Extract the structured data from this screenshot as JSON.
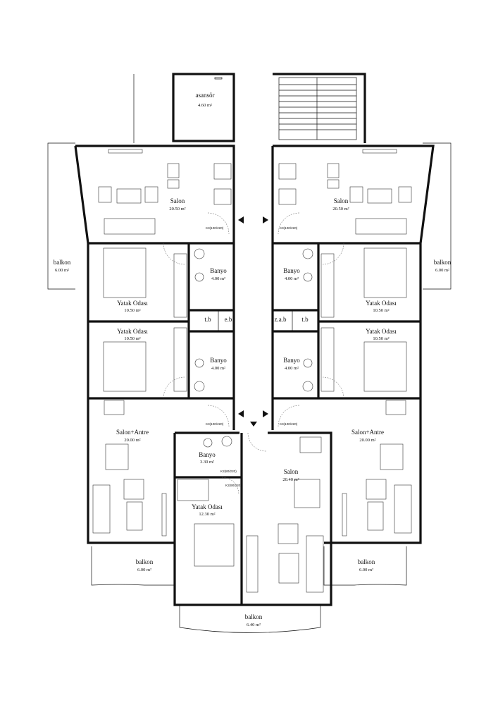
{
  "rooms": {
    "asansor": {
      "name": "asansör",
      "area": "4.60 m²"
    },
    "salon_tl": {
      "name": "Salon",
      "area": "20.50 m²"
    },
    "salon_tr": {
      "name": "Salon",
      "area": "20.50 m²"
    },
    "banyo_l1": {
      "name": "Banyo",
      "area": "4.00 m²"
    },
    "banyo_r1": {
      "name": "Banyo",
      "area": "4.00 m²"
    },
    "yatak_l1": {
      "name": "Yatak Odası",
      "area": "10.50 m²"
    },
    "yatak_r1": {
      "name": "Yatak Odası",
      "area": "10.50 m²"
    },
    "yatak_l2": {
      "name": "Yatak Odası",
      "area": "10.50 m²"
    },
    "yatak_r2": {
      "name": "Yatak Odası",
      "area": "10.50 m²"
    },
    "banyo_l2": {
      "name": "Banyo",
      "area": "4.00 m²"
    },
    "banyo_r2": {
      "name": "Banyo",
      "area": "4.00 m²"
    },
    "salon_antre_l": {
      "name": "Salon+Antre",
      "area": "20.00 m²"
    },
    "salon_antre_r": {
      "name": "Salon+Antre",
      "area": "20.00 m²"
    },
    "banyo_c": {
      "name": "Banyo",
      "area": "3.30 m²"
    },
    "salon_c": {
      "name": "Salon",
      "area": "20.40 m²"
    },
    "yatak_c": {
      "name": "Yatak Odası",
      "area": "12.30 m²"
    },
    "balkon_l": {
      "name": "balkon",
      "area": "6.00 m²"
    },
    "balkon_r": {
      "name": "balkon",
      "area": "6.00 m²"
    },
    "balkon_bl": {
      "name": "balkon",
      "area": "6.00 m²"
    },
    "balkon_br": {
      "name": "balkon",
      "area": "6.00 m²"
    },
    "balkon_c": {
      "name": "balkon",
      "area": "6.40 m²"
    }
  },
  "small_rooms": {
    "tb_l": "t.b",
    "eb": "e.b",
    "zab": "z.a.b",
    "tb_r": "t.b"
  },
  "door_tags": {
    "k100": "K3(100/220)",
    "k90": "K2(90/220)",
    "k80": "K2(80/220)"
  }
}
